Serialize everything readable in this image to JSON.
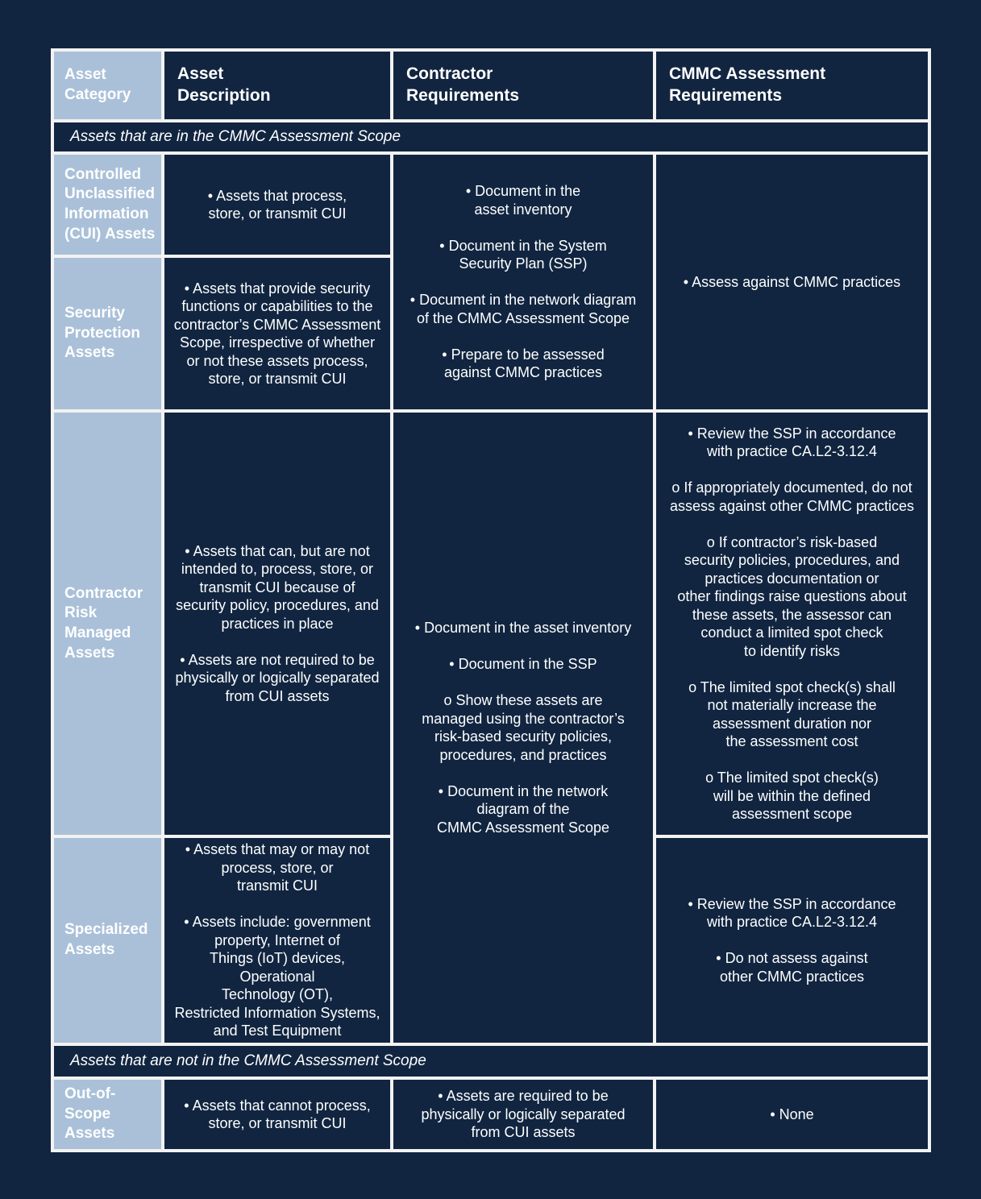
{
  "page": {
    "background_color": "#112540",
    "gridline_color": "#f2f2f2",
    "category_cell_color": "#a9c0d8",
    "text_color": "#ffffff"
  },
  "table": {
    "headers": {
      "category": "Asset\nCategory",
      "description": "Asset\nDescription",
      "contractor": "Contractor\nRequirements",
      "cmmc": "CMMC Assessment\nRequirements"
    },
    "sections": {
      "in_scope": "Assets that are in the CMMC Assessment Scope",
      "out_scope": "Assets that are not in the CMMC Assessment Scope"
    },
    "rows": {
      "cui": {
        "category": "Controlled\nUnclassified\nInformation\n(CUI) Assets",
        "description": "• Assets that process,\nstore, or transmit CUI"
      },
      "spa": {
        "category": "Security\nProtection\nAssets",
        "description": "• Assets that provide security\nfunctions or capabilities to the\ncontractor’s CMMC Assessment\nScope, irrespective of whether\nor not these assets process,\nstore, or transmit CUI"
      },
      "crma": {
        "category": "Contractor\nRisk\nManaged\nAssets",
        "description": "• Assets that can, but are not\nintended to, process, store, or\ntransmit CUI because of\nsecurity policy, procedures, and\npractices in place\n\n• Assets are not required to be\nphysically or logically separated\nfrom CUI assets",
        "cmmc_requirements": "• Review the SSP in accordance\nwith practice CA.L2-3.12.4\n\no If appropriately documented, do not\nassess against other CMMC practices\n\no If contractor’s risk-based\nsecurity policies, procedures, and\npractices documentation or\nother findings raise questions about\nthese assets, the assessor can\nconduct a limited spot check\nto identify risks\n\no The limited spot check(s) shall\nnot materially increase the\nassessment duration nor\nthe assessment cost\n\no The limited spot check(s)\nwill be within the defined\nassessment scope"
      },
      "specialized": {
        "category": "Specialized\nAssets",
        "description": "• Assets that may or may not\nprocess, store, or\ntransmit CUI\n\n• Assets include: government\nproperty, Internet of\nThings (IoT) devices, Operational\nTechnology (OT),\nRestricted Information Systems,\nand Test Equipment",
        "cmmc_requirements": "• Review the SSP in accordance\nwith practice CA.L2-3.12.4\n\n• Do not assess against\nother CMMC practices"
      },
      "oos": {
        "category": "Out-of-Scope\nAssets",
        "description": "• Assets that cannot process,\nstore, or transmit CUI",
        "contractor_requirements": "• Assets are required to be\nphysically or logically separated\nfrom CUI assets",
        "cmmc_requirements": "• None"
      }
    },
    "merged": {
      "contractor_req_cui_spa": "• Document in the\nasset inventory\n\n• Document in the System\nSecurity Plan (SSP)\n\n• Document in the network diagram\nof the CMMC Assessment Scope\n\n• Prepare to be assessed\nagainst CMMC practices",
      "cmmc_req_cui_spa": "• Assess against CMMC practices",
      "contractor_req_crma_specialized": "• Document in the asset inventory\n\n• Document in the SSP\n\no Show these assets are\nmanaged using the contractor’s\nrisk-based security policies,\nprocedures, and practices\n\n• Document in the network\ndiagram of the\nCMMC Assessment Scope"
    }
  }
}
